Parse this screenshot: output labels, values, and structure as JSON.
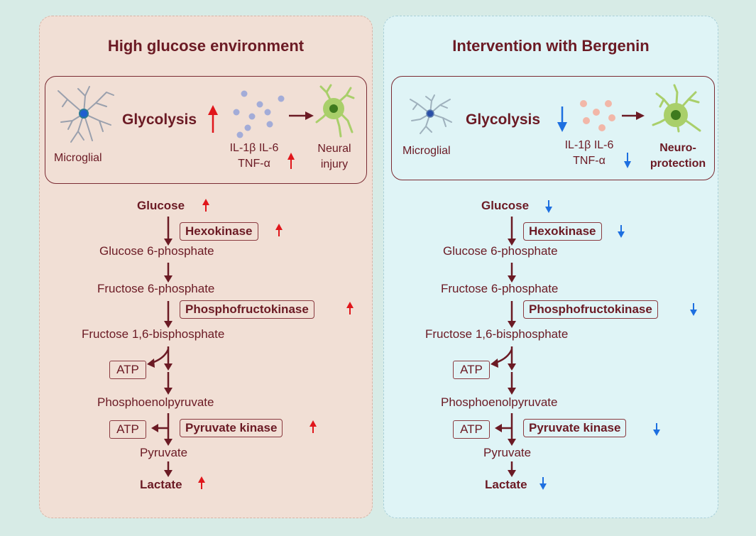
{
  "left": {
    "title": "High glucose environment",
    "cell_label": "Microglial",
    "glycolysis": "Glycolysis",
    "cytokines_line1": "IL-1β IL-6",
    "cytokines_line2": "TNF-α",
    "outcome_line1": "Neural",
    "outcome_line2": "injury",
    "pathway": {
      "glucose": "Glucose",
      "hexokinase": "Hexokinase",
      "g6p": "Glucose 6-phosphate",
      "f6p": "Fructose 6-phosphate",
      "pfk": "Phosphofructokinase",
      "f16bp": "Fructose 1,6-bisphosphate",
      "atp1": "ATP",
      "pep": "Phosphoenolpyruvate",
      "atp2": "ATP",
      "pk": "Pyruvate kinase",
      "pyruvate": "Pyruvate",
      "lactate": "Lactate"
    },
    "arrow_color": "#e0161b"
  },
  "right": {
    "title": "Intervention with Bergenin",
    "cell_label": "Microglial",
    "glycolysis": "Glycolysis",
    "cytokines_line1": "IL-1β IL-6",
    "cytokines_line2": "TNF-α",
    "outcome_line1": "Neuro-",
    "outcome_line2": "protection",
    "pathway": {
      "glucose": "Glucose",
      "hexokinase": "Hexokinase",
      "g6p": "Glucose 6-phosphate",
      "f6p": "Fructose 6-phosphate",
      "pfk": "Phosphofructokinase",
      "f16bp": "Fructose 1,6-bisphosphate",
      "atp1": "ATP",
      "pep": "Phosphoenolpyruvate",
      "atp2": "ATP",
      "pk": "Pyruvate kinase",
      "pyruvate": "Pyruvate",
      "lactate": "Lactate"
    },
    "arrow_color": "#1d6fe0"
  },
  "colors": {
    "text_dark_red": "#6b1a24",
    "left_panel_bg": "#f1dfd5",
    "right_panel_bg": "#dff4f6",
    "page_bg": "#d7ebe6",
    "up_arrow": "#e0161b",
    "down_arrow": "#1d6fe0",
    "cytokine_dots_left": "#a3acd8",
    "cytokine_dots_right": "#f2b7a8",
    "neuron_green": "#a9cf6a"
  },
  "icons": [
    "microglia-icon",
    "cytokine-dots-icon",
    "neuron-icon",
    "up-arrow-icon",
    "down-arrow-icon"
  ]
}
